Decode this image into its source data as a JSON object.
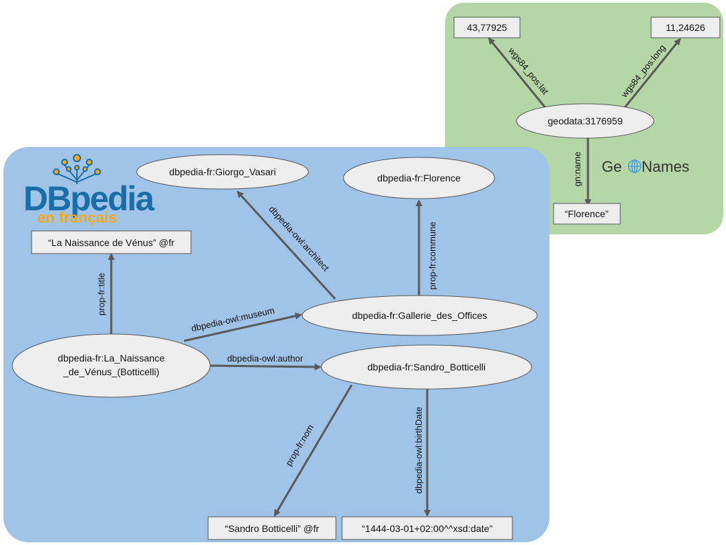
{
  "regions": {
    "dbpedia_fr": {
      "fill": "#a0c4e8",
      "logo": {
        "main": "DBpedia",
        "sub": "en français"
      }
    },
    "geonames": {
      "fill": "#b5d7a8",
      "logo_parts": [
        "Ge",
        "Names"
      ]
    }
  },
  "nodes": {
    "giorgio_vasari": "dbpedia-fr:Giorgo_Vasari",
    "florence": "dbpedia-fr:Florence",
    "title_literal": "“La Naissance de Vénus” @fr",
    "gallerie": "dbpedia-fr:Gallerie_des_Offices",
    "naissance_line1": "dbpedia-fr:La_Naissance",
    "naissance_line2": "_de_Vénus_(Botticelli)",
    "botticelli": "dbpedia-fr:Sandro_Botticelli",
    "nom_literal": "“Sandro Botticelli” @fr",
    "birth_literal": "“1444-03-01+02:00^^xsd:date”",
    "lat_literal": "43,77925",
    "long_literal": "11,24626",
    "geodata": "geodata:3176959",
    "florence_literal": "“Florence”"
  },
  "edges": {
    "architect": "dbpedia-owl:architect",
    "commune": "prop-fr:commune",
    "title": "prop-fr:title",
    "museum": "dbpedia-owl:museum",
    "author": "dbpedia-owl:author",
    "nom": "prop-fr:nom",
    "birthDate": "dbpedia-owl:birthDate",
    "lat": "wgs84_pos:lat",
    "long": "wgs84_pos:long",
    "gn_name": "gn:name"
  },
  "colors": {
    "node_fill": "#eeeeee",
    "edge": "#595959",
    "logo_blue": "#1a6ea8",
    "logo_orange": "#f2a81b",
    "globe": "#4aa3df"
  }
}
